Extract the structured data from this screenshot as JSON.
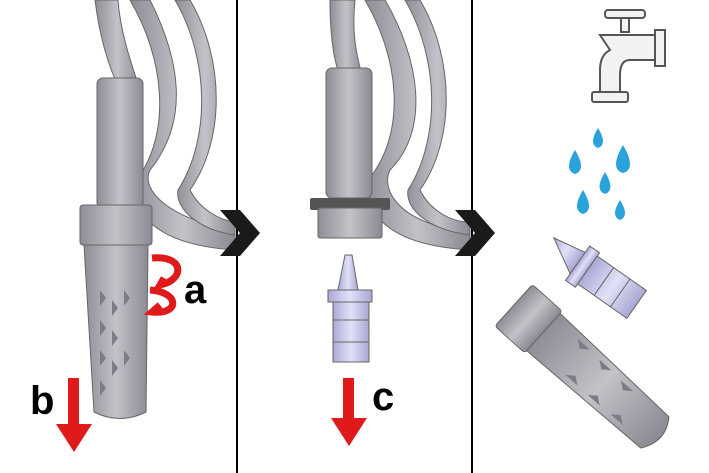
{
  "steps": [
    {
      "label": "a",
      "action": "rotate"
    },
    {
      "label": "b",
      "action": "pull-down"
    },
    {
      "label": "c",
      "action": "pull-down"
    }
  ],
  "colors": {
    "part": "#a9a9b1",
    "part_dark": "#7c7c84",
    "insert": "#c9c8ec",
    "arrow": "#e0191b",
    "water": "#2aa3dc",
    "divider": "#000000"
  }
}
